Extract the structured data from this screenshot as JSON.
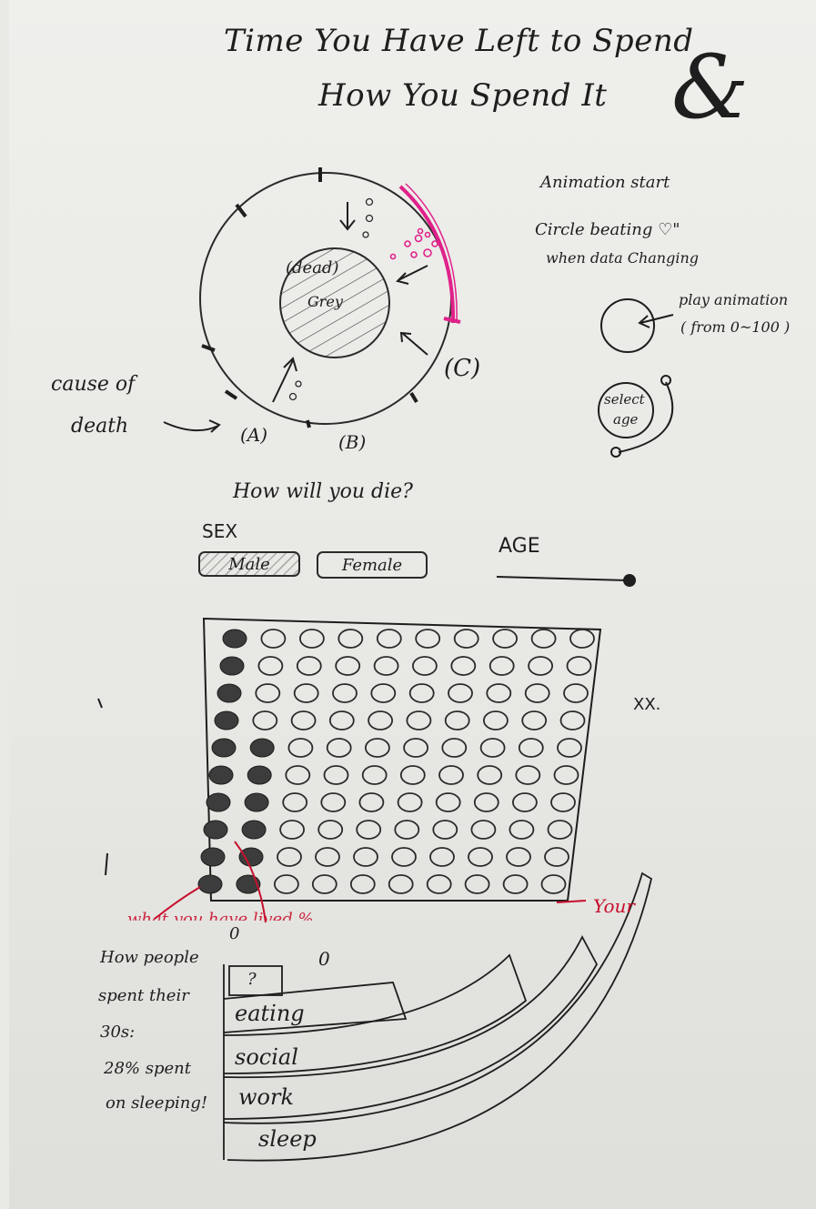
{
  "title": {
    "line1": "Time You Have Left to Spend",
    "line2": "How You Spend It",
    "ampersand": "&"
  },
  "radial": {
    "center_label": "(dead)",
    "center_sublabel": "Grey",
    "label_a": "(A)",
    "label_b": "(B)",
    "label_c": "(C)",
    "cause_of_death": [
      "cause of",
      "death"
    ]
  },
  "annotations": {
    "animation_start": "Animation start",
    "circle_beating": "Circle beating ♡\"",
    "when_data_changing": "when data Changing",
    "play_animation": "play animation",
    "from_range": "( from 0~100 )",
    "select_age": [
      "select",
      "age"
    ]
  },
  "question": "How will you die?",
  "controls": {
    "sex_label": "SEX",
    "male": "Male",
    "female": "Female",
    "age_label": "AGE",
    "slider_value": 1.0
  },
  "grid": {
    "rows": [
      {
        "filled": 1
      },
      {
        "filled": 1
      },
      {
        "filled": 1
      },
      {
        "filled": 1
      },
      {
        "filled": 2
      },
      {
        "filled": 2
      },
      {
        "filled": 2
      },
      {
        "filled": 2
      },
      {
        "filled": 2
      },
      {
        "filled": 2
      }
    ],
    "columns": 10,
    "annotation_left": "what you have lived %",
    "annotation_right": "Your",
    "side_mark": "XX."
  },
  "spend": {
    "notes": [
      "How people",
      "spent their",
      "30s:",
      "28% spent",
      "on sleeping!"
    ],
    "question_mark": "?",
    "zero_a": "0",
    "zero_b": "0",
    "bars": [
      "eating",
      "social",
      "work",
      "sleep"
    ]
  }
}
